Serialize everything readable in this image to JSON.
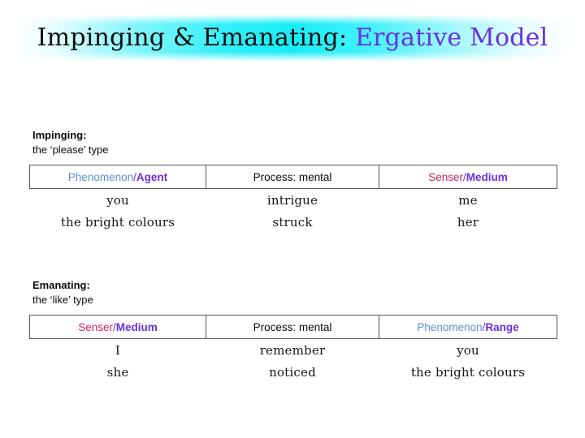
{
  "title": {
    "part_1": "Impinging & Emanating: ",
    "part_2": "Ergative Model",
    "part_1_color": "#101010",
    "part_2_color": "#6a2fe0",
    "banner_gradient_center": "#18edf7"
  },
  "colors": {
    "phenomenon": "#5b8fd8",
    "senser": "#c72463",
    "accent_purple": "#6a2fe0",
    "text": "#0a0a0a",
    "border": "#58585a"
  },
  "sections": [
    {
      "caption_title": "Impinging:",
      "caption_sub": "the ‘please’ type",
      "headers": [
        {
          "role": "Phenomenon",
          "role_color": "phenomenon",
          "slash": "/",
          "function": "Agent"
        },
        {
          "role": "Process: mental",
          "role_color": "plain",
          "slash": "",
          "function": ""
        },
        {
          "role": "Senser",
          "role_color": "senser",
          "slash": "/",
          "function": "Medium"
        }
      ],
      "rows": [
        [
          "you",
          "intrigue",
          "me"
        ],
        [
          "the bright colours",
          "struck",
          "her"
        ]
      ]
    },
    {
      "caption_title": "Emanating:",
      "caption_sub": "the ‘like’ type",
      "headers": [
        {
          "role": "Senser",
          "role_color": "senser",
          "slash": "/",
          "function": "Medium"
        },
        {
          "role": "Process: mental",
          "role_color": "plain",
          "slash": "",
          "function": ""
        },
        {
          "role": "Phenomenon",
          "role_color": "phenomenon",
          "slash": "/",
          "function": "Range"
        }
      ],
      "rows": [
        [
          "I",
          "remember",
          "you"
        ],
        [
          "she",
          "noticed",
          "the bright colours"
        ]
      ]
    }
  ]
}
